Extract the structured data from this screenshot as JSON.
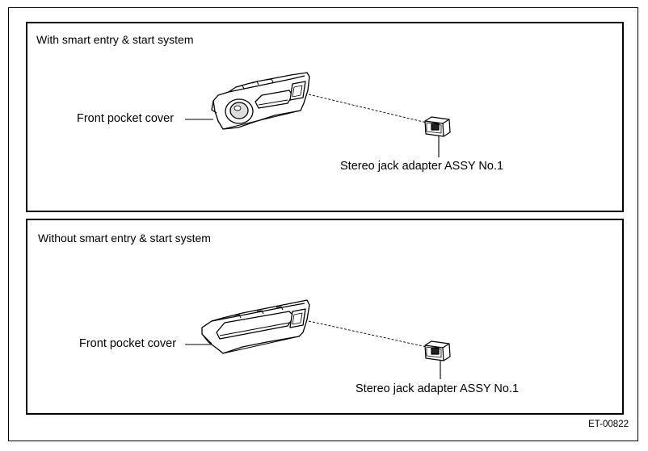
{
  "diagram": {
    "code": "ET-00822",
    "panels": [
      {
        "title": "With smart entry & start system",
        "labels": {
          "cover": "Front pocket cover",
          "jack": "Stereo jack adapter ASSY No.1"
        }
      },
      {
        "title": "Without smart entry & start system",
        "labels": {
          "cover": "Front pocket cover",
          "jack": "Stereo jack adapter ASSY No.1"
        }
      }
    ]
  }
}
